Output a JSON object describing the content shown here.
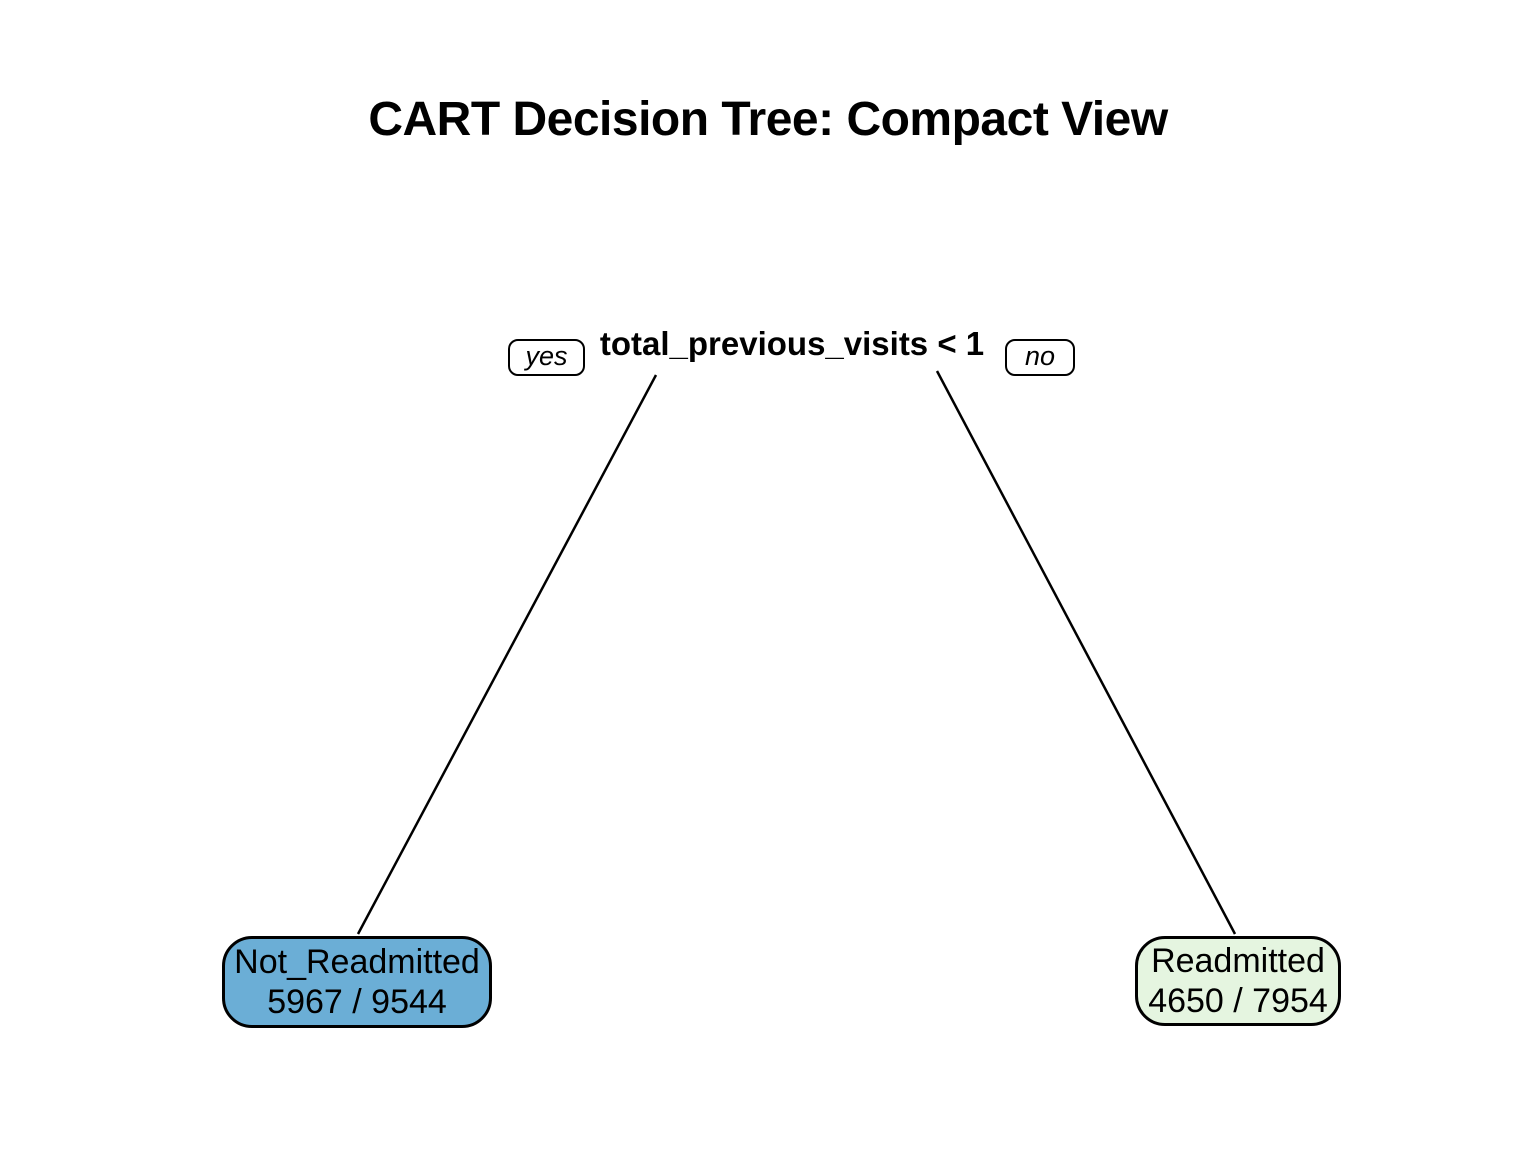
{
  "title": "CART Decision Tree: Compact View",
  "tree": {
    "root": {
      "split_label": "total_previous_visits < 1",
      "yes_label": "yes",
      "no_label": "no"
    },
    "leaves": [
      {
        "class_label": "Not_Readmitted",
        "count": "5967 / 9544",
        "fill": "#6baed6"
      },
      {
        "class_label": "Readmitted",
        "count": "4650 / 7954",
        "fill": "#e5f5e0"
      }
    ]
  },
  "colors": {
    "background": "#ffffff",
    "text": "#000000",
    "edge": "#000000",
    "node_border": "#000000",
    "yes_leaf_fill": "#6baed6",
    "no_leaf_fill": "#e5f5e0",
    "branch_badge_fill": "#ffffff"
  }
}
